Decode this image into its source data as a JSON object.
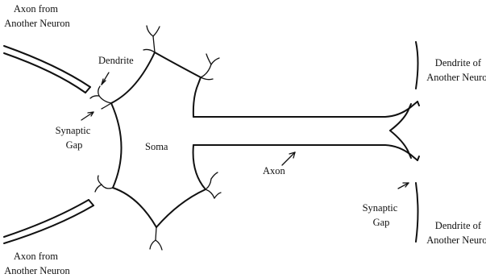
{
  "labels": {
    "axon_from_top_1": "Axon from",
    "axon_from_top_2": "Another Neuron",
    "dendrite": "Dendrite",
    "synaptic_gap_left_1": "Synaptic",
    "synaptic_gap_left_2": "Gap",
    "soma": "Soma",
    "axon": "Axon",
    "axon_from_bottom_1": "Axon from",
    "axon_from_bottom_2": "Another Neuron",
    "dendrite_of_top_1": "Dendrite of",
    "dendrite_of_top_2": "Another Neuron",
    "synaptic_gap_right_1": "Synaptic",
    "synaptic_gap_right_2": "Gap",
    "dendrite_of_bottom_1": "Dendrite of",
    "dendrite_of_bottom_2": "Another Neuron"
  }
}
